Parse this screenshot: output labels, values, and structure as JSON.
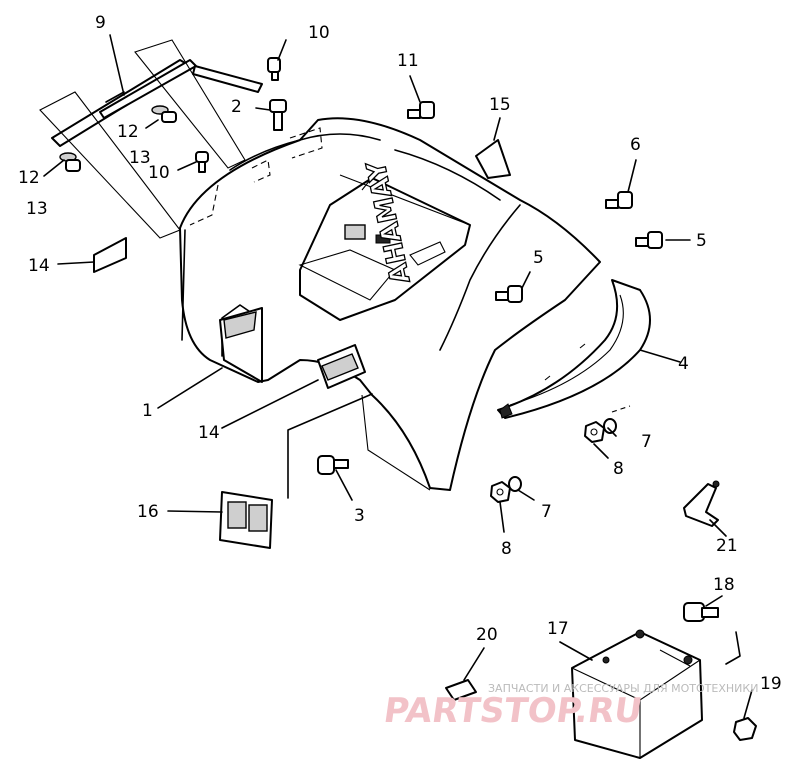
{
  "diagram": {
    "callouts": [
      {
        "id": "c1",
        "text": "1"
      },
      {
        "id": "c2",
        "text": "2"
      },
      {
        "id": "c3",
        "text": "3"
      },
      {
        "id": "c4",
        "text": "4"
      },
      {
        "id": "c5a",
        "text": "5"
      },
      {
        "id": "c5b",
        "text": "5"
      },
      {
        "id": "c6",
        "text": "6"
      },
      {
        "id": "c7a",
        "text": "7"
      },
      {
        "id": "c7b",
        "text": "7"
      },
      {
        "id": "c8a",
        "text": "8"
      },
      {
        "id": "c8b",
        "text": "8"
      },
      {
        "id": "c9",
        "text": "9"
      },
      {
        "id": "c10a",
        "text": "10"
      },
      {
        "id": "c10b",
        "text": "10"
      },
      {
        "id": "c11",
        "text": "11"
      },
      {
        "id": "c12a",
        "text": "12"
      },
      {
        "id": "c12b",
        "text": "12"
      },
      {
        "id": "c13a",
        "text": "13"
      },
      {
        "id": "c13b",
        "text": "13"
      },
      {
        "id": "c14a",
        "text": "14"
      },
      {
        "id": "c14b",
        "text": "14"
      },
      {
        "id": "c15",
        "text": "15"
      },
      {
        "id": "c16",
        "text": "16"
      },
      {
        "id": "c17",
        "text": "17"
      },
      {
        "id": "c18",
        "text": "18"
      },
      {
        "id": "c19",
        "text": "19"
      },
      {
        "id": "c20",
        "text": "20"
      },
      {
        "id": "c21",
        "text": "21"
      }
    ],
    "emblem_text": "YAMAHA",
    "watermark": {
      "line1": "ЗАПЧАСТИ И АКСЕССУАРЫ ДЛЯ МОТОТЕХНИКИ",
      "line2": "PARTSTOP.RU"
    }
  }
}
